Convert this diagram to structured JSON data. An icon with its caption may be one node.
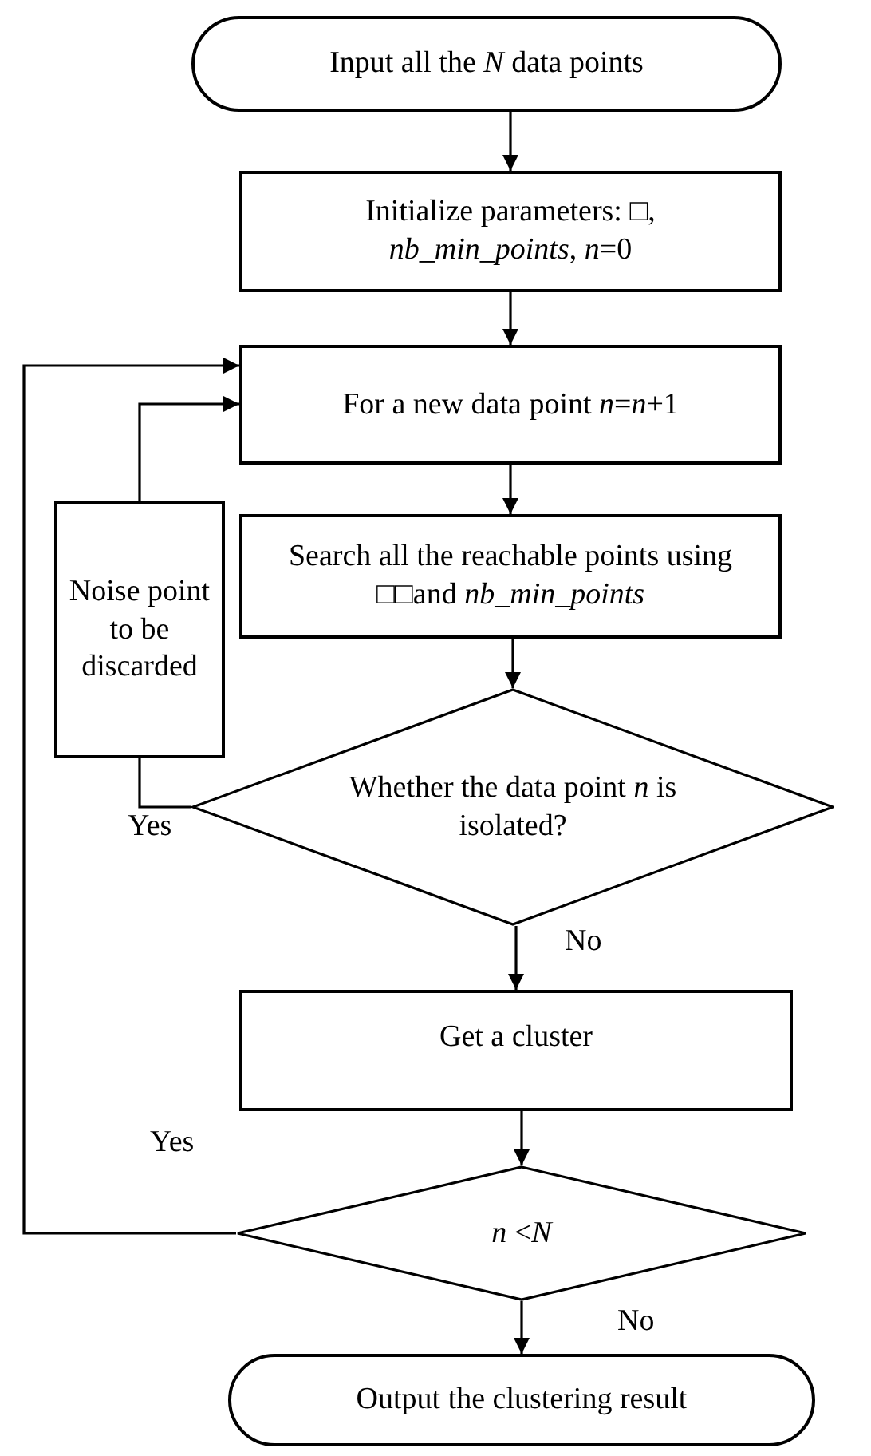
{
  "diagram": {
    "nodes": [
      {
        "text": [
          "Input all the *N* data points"
        ]
      },
      {
        "text": [
          "Initialize parameters: □, *nb_min_points*, *n*=0"
        ]
      },
      {
        "text": [
          "For a new data point *n*=*n*+1"
        ]
      },
      {
        "text": [
          "Search all the reachable points using □□and *nb_min_points*"
        ]
      },
      {
        "text": [
          "Noise point to be discarded"
        ]
      },
      {
        "text": [
          "Whether the data point *n* is isolated?"
        ]
      },
      {
        "text": [
          "Get a cluster"
        ]
      },
      {
        "text": [
          "*n* <*N*"
        ]
      },
      {
        "text": [
          "Output the clustering result"
        ]
      }
    ],
    "edges": [
      {
        "from": 0,
        "to": 1,
        "arrow": "to"
      },
      {
        "from": 1,
        "to": 2,
        "arrow": "to"
      },
      {
        "from": 2,
        "to": 3,
        "arrow": "to"
      },
      {
        "from": 3,
        "to": 5,
        "arrow": "to"
      },
      {
        "from": 5,
        "to": 4,
        "arrow": "none",
        "label": "Yes"
      },
      {
        "from": 4,
        "to": 2,
        "arrow": "to"
      },
      {
        "from": 5,
        "to": 6,
        "arrow": "to",
        "label": "No"
      },
      {
        "from": 6,
        "to": 7,
        "arrow": "to"
      },
      {
        "from": 7,
        "to": 2,
        "arrow": "to",
        "label": "Yes"
      },
      {
        "from": 7,
        "to": 8,
        "arrow": "to",
        "label": "No"
      }
    ]
  }
}
